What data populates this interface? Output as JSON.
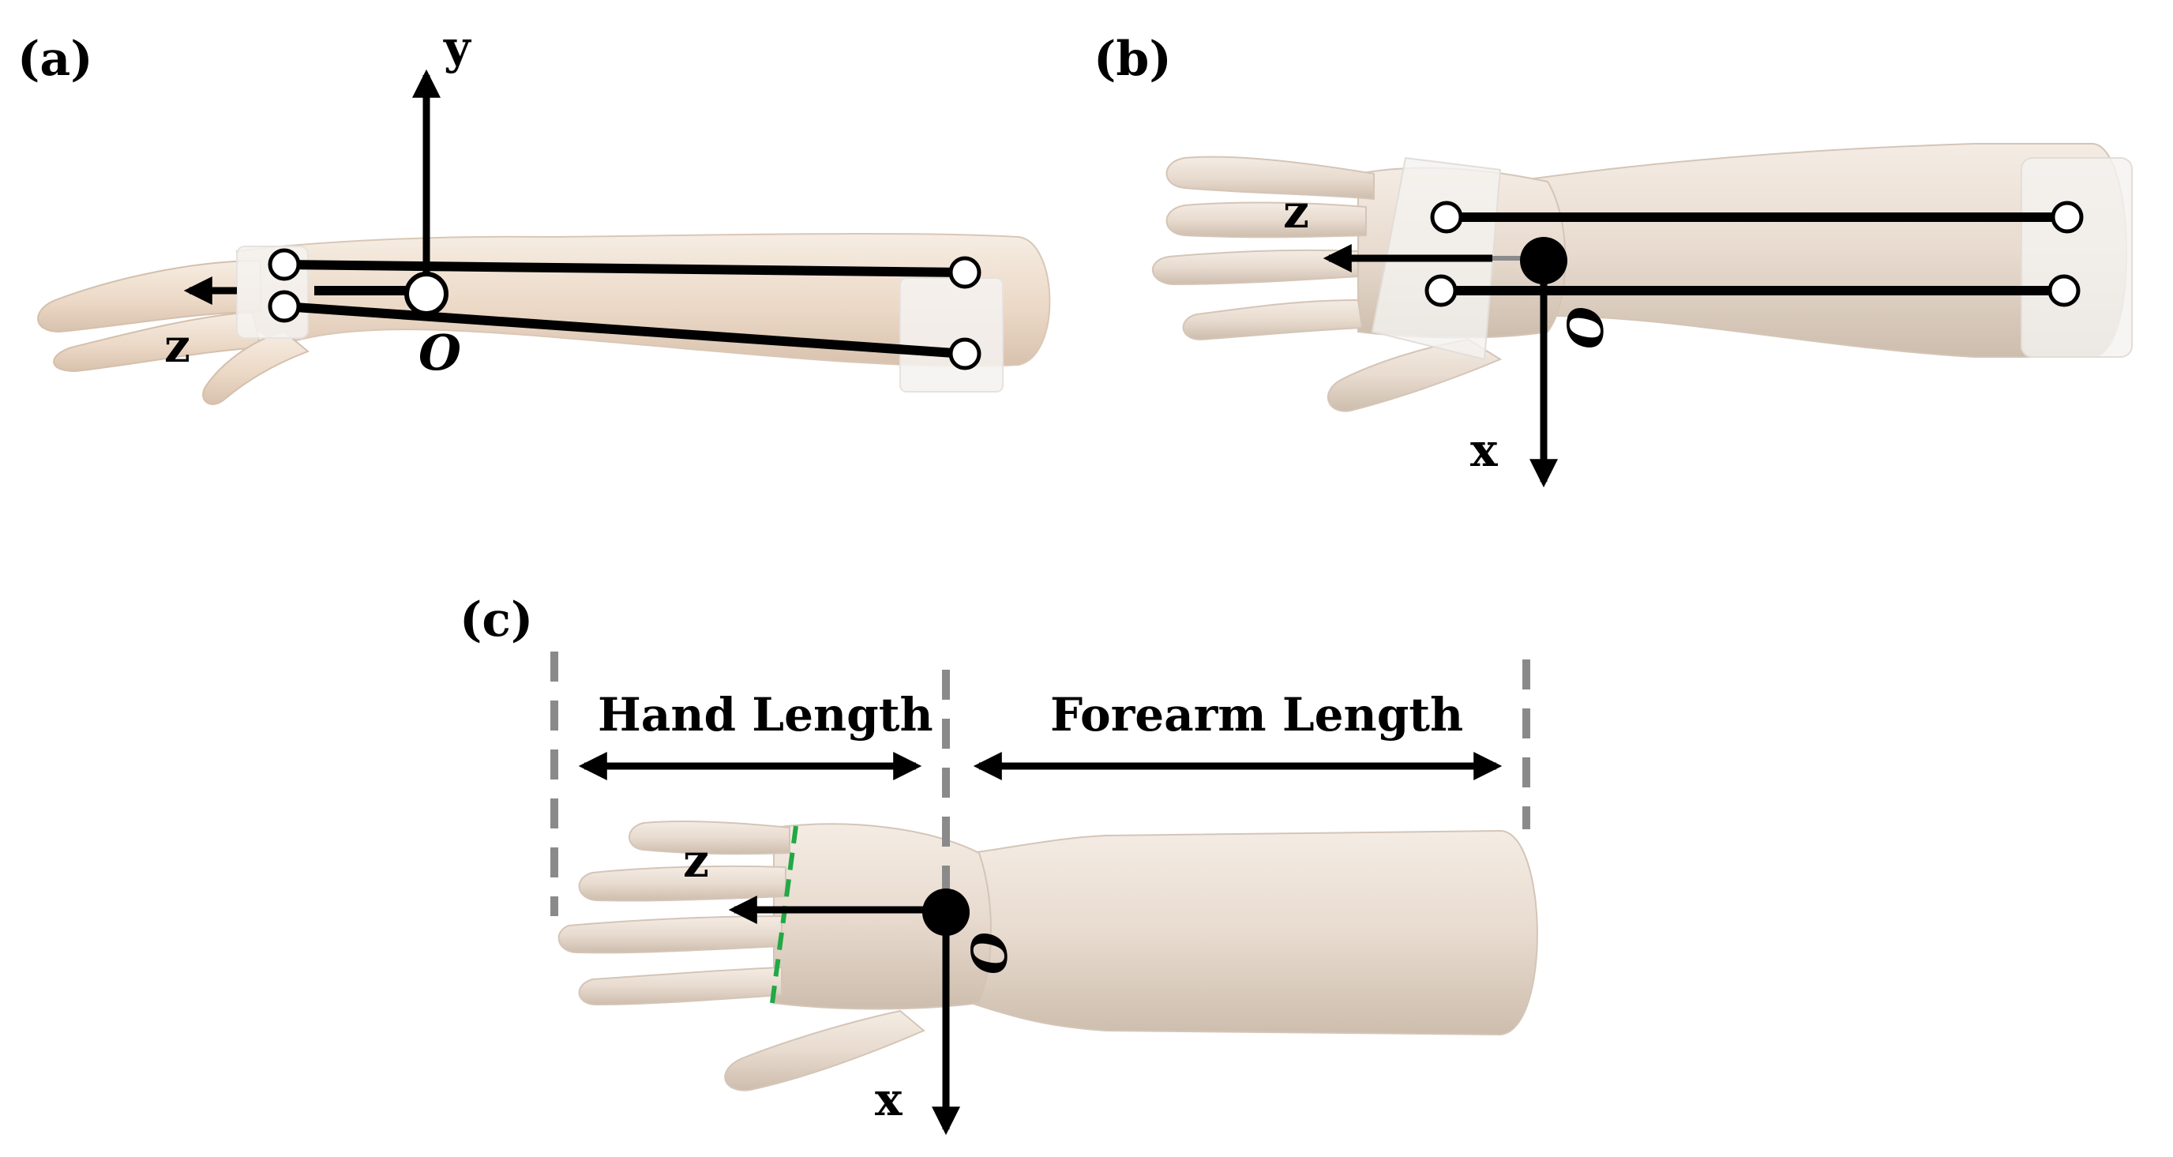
{
  "panels": {
    "a": {
      "label": "(a)",
      "axis_y": "y",
      "axis_z": "z",
      "origin": "O"
    },
    "b": {
      "label": "(b)",
      "axis_z": "z",
      "axis_x": "x",
      "origin": "O"
    },
    "c": {
      "label": "(c)",
      "axis_z": "z",
      "axis_x": "x",
      "origin": "O",
      "hand_length": "Hand Length",
      "forearm_length": "Forearm Length"
    }
  },
  "colors": {
    "skin": "#e9ddd2",
    "skin_shadow": "#cbbcae",
    "strap": "#f2f0ee",
    "line": "#000000",
    "dashed_boundary": "#8a8a8a",
    "wrist_dashed": "#22a845"
  }
}
